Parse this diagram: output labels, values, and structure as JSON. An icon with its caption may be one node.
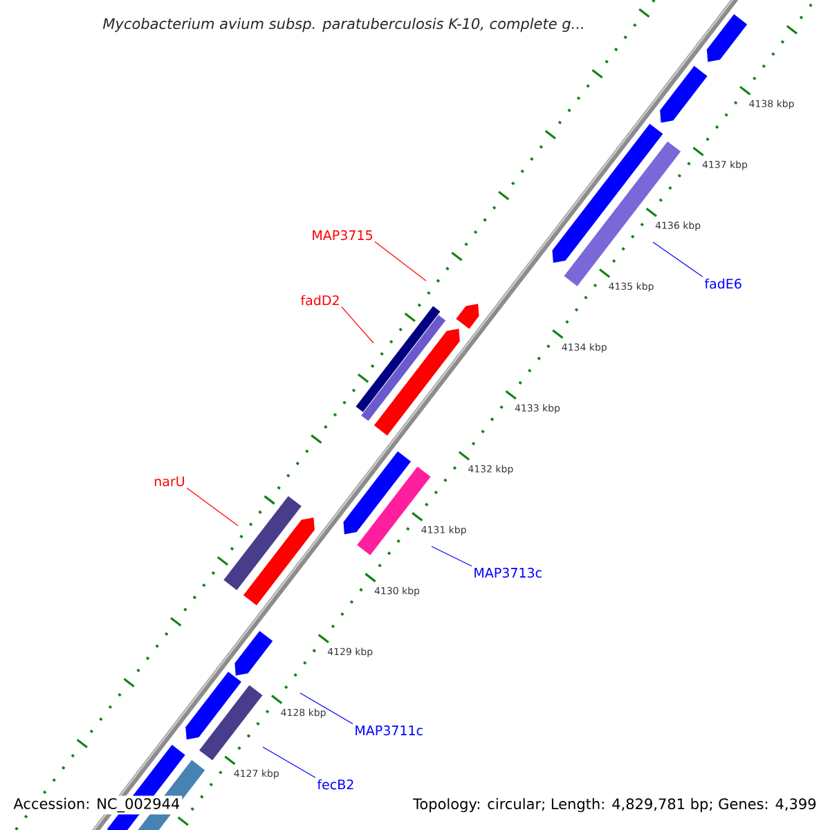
{
  "diagram": {
    "title": "Mycobacterium avium subsp. paratuberculosis K-10, complete g...",
    "nodes": [
      {
        "text": [
          "MAP3715"
        ]
      },
      {
        "text": [
          "fadE6"
        ]
      },
      {
        "text": [
          "fadD2"
        ]
      },
      {
        "text": [
          "narU"
        ]
      },
      {
        "text": [
          "MAP3713c"
        ]
      },
      {
        "text": [
          "MAP3711c"
        ]
      },
      {
        "text": [
          "fecB2"
        ]
      }
    ],
    "edges": [
      {
        "from": 0,
        "to": null,
        "arrow": "none",
        "color": "#ff0000"
      },
      {
        "from": 1,
        "to": null,
        "arrow": "none",
        "color": "#0000ff"
      },
      {
        "from": 2,
        "to": null,
        "arrow": "none",
        "color": "#ff0000"
      },
      {
        "from": 3,
        "to": null,
        "arrow": "none",
        "color": "#ff0000"
      },
      {
        "from": 4,
        "to": null,
        "arrow": "none",
        "color": "#0000ff"
      },
      {
        "from": 5,
        "to": null,
        "arrow": "none",
        "color": "#0000ff"
      },
      {
        "from": 6,
        "to": null,
        "arrow": "none",
        "color": "#0000ff"
      }
    ],
    "labels": [
      "4138 kbp",
      "4137 kbp",
      "4136 kbp",
      "4135 kbp",
      "4134 kbp",
      "4133 kbp",
      "4132 kbp",
      "4131 kbp",
      "4130 kbp",
      "4129 kbp",
      "4128 kbp",
      "4127 kbp",
      "Accession: NC_002944",
      "Topology: circular; Length: 4,829,781 bp; Genes: 4,399"
    ]
  }
}
